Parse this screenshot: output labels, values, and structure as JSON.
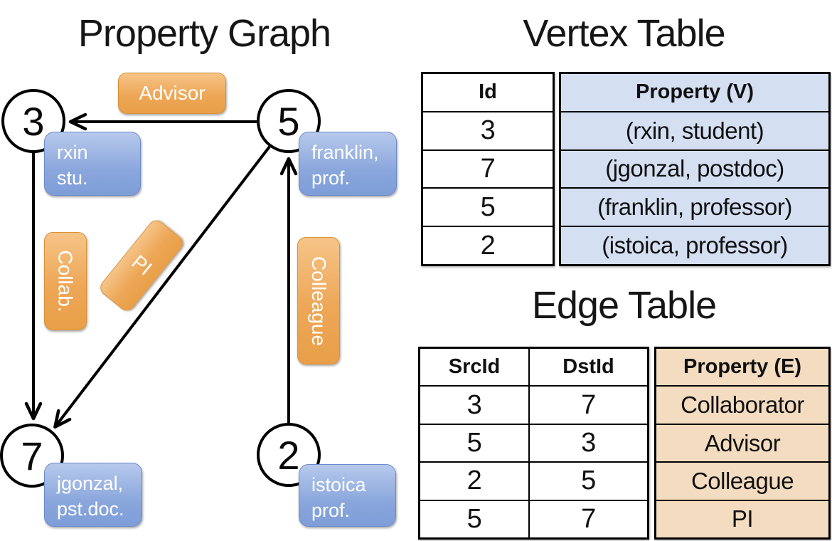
{
  "graph": {
    "title": "Property Graph",
    "nodes": [
      {
        "id": "3"
      },
      {
        "id": "5"
      },
      {
        "id": "7"
      },
      {
        "id": "2"
      }
    ],
    "vertex_labels": [
      {
        "text": "rxin\nstu."
      },
      {
        "text": "franklin,\nprof."
      },
      {
        "text": "jgonzal,\npst.doc."
      },
      {
        "text": "istoica\nprof."
      }
    ],
    "edge_labels": [
      {
        "text": "Advisor"
      },
      {
        "text": "Collab."
      },
      {
        "text": "PI"
      },
      {
        "text": "Colleague"
      }
    ]
  },
  "vertex_table": {
    "title": "Vertex Table",
    "columns": {
      "id": "Id",
      "property": "Property (V)"
    },
    "rows": [
      {
        "id": "3",
        "property": "(rxin, student)"
      },
      {
        "id": "7",
        "property": "(jgonzal, postdoc)"
      },
      {
        "id": "5",
        "property": "(franklin, professor)"
      },
      {
        "id": "2",
        "property": "(istoica, professor)"
      }
    ]
  },
  "edge_table": {
    "title": "Edge Table",
    "columns": {
      "src": "SrcId",
      "dst": "DstId",
      "property": "Property (E)"
    },
    "rows": [
      {
        "src": "3",
        "dst": "7",
        "property": "Collaborator"
      },
      {
        "src": "5",
        "dst": "3",
        "property": "Advisor"
      },
      {
        "src": "2",
        "dst": "5",
        "property": "Colleague"
      },
      {
        "src": "5",
        "dst": "7",
        "property": "PI"
      }
    ]
  },
  "colors": {
    "vertex_box": "#7e9dd8",
    "edge_box": "#eda757",
    "vertex_cell_bg": "#d4dff2",
    "edge_cell_bg": "#f4dcc1",
    "line": "#000000"
  }
}
